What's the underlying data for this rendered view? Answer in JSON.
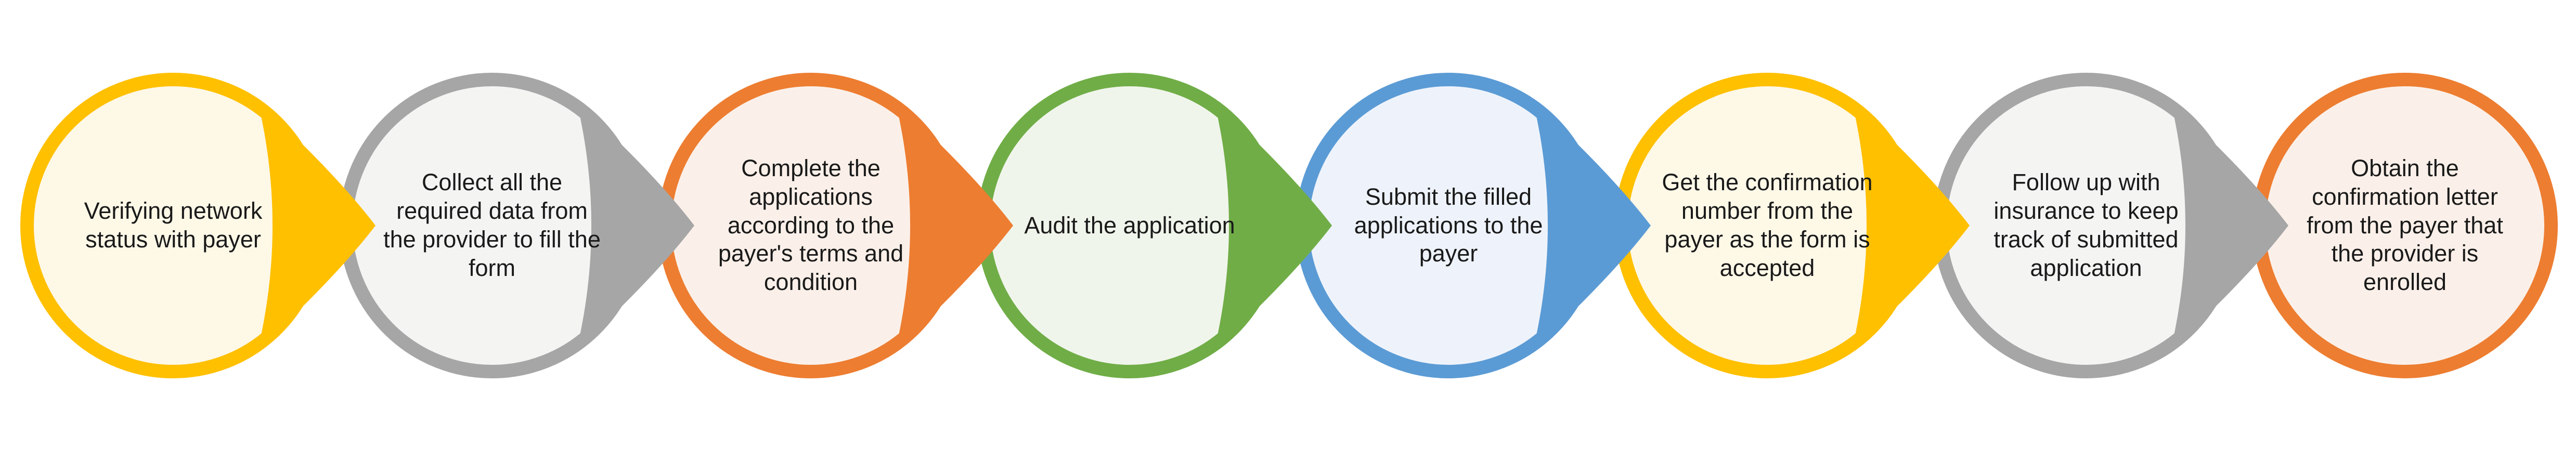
{
  "diagram": {
    "type": "process-flow",
    "background_color": "#ffffff",
    "text_color": "#1a1a1a",
    "steps": [
      {
        "label": "Verifying network status with payer",
        "accent_color": "#FFC000",
        "fill_color": "#FEF8E7",
        "has_arrow": true
      },
      {
        "label": "Collect all the required data from the provider to fill the form",
        "accent_color": "#A6A6A6",
        "fill_color": "#F4F4F3",
        "has_arrow": true
      },
      {
        "label": "Complete the applications according to the payer's terms and condition",
        "accent_color": "#ED7D31",
        "fill_color": "#FBF0E9",
        "has_arrow": true
      },
      {
        "label": "Audit the application",
        "accent_color": "#70AD47",
        "fill_color": "#F0F5EB",
        "has_arrow": true
      },
      {
        "label": "Submit the filled applications to the payer",
        "accent_color": "#5B9BD5",
        "fill_color": "#EEF3FB",
        "has_arrow": true
      },
      {
        "label": "Get the confirmation number from the payer as the form is accepted",
        "accent_color": "#FFC000",
        "fill_color": "#FEF8E7",
        "has_arrow": true
      },
      {
        "label": "Follow up with insurance to keep track of submitted application",
        "accent_color": "#A6A6A6",
        "fill_color": "#F4F4F3",
        "has_arrow": true
      },
      {
        "label": "Obtain the confirmation letter from the payer that the provider is enrolled",
        "accent_color": "#ED7D31",
        "fill_color": "#FBF0E9",
        "has_arrow": false
      }
    ]
  }
}
